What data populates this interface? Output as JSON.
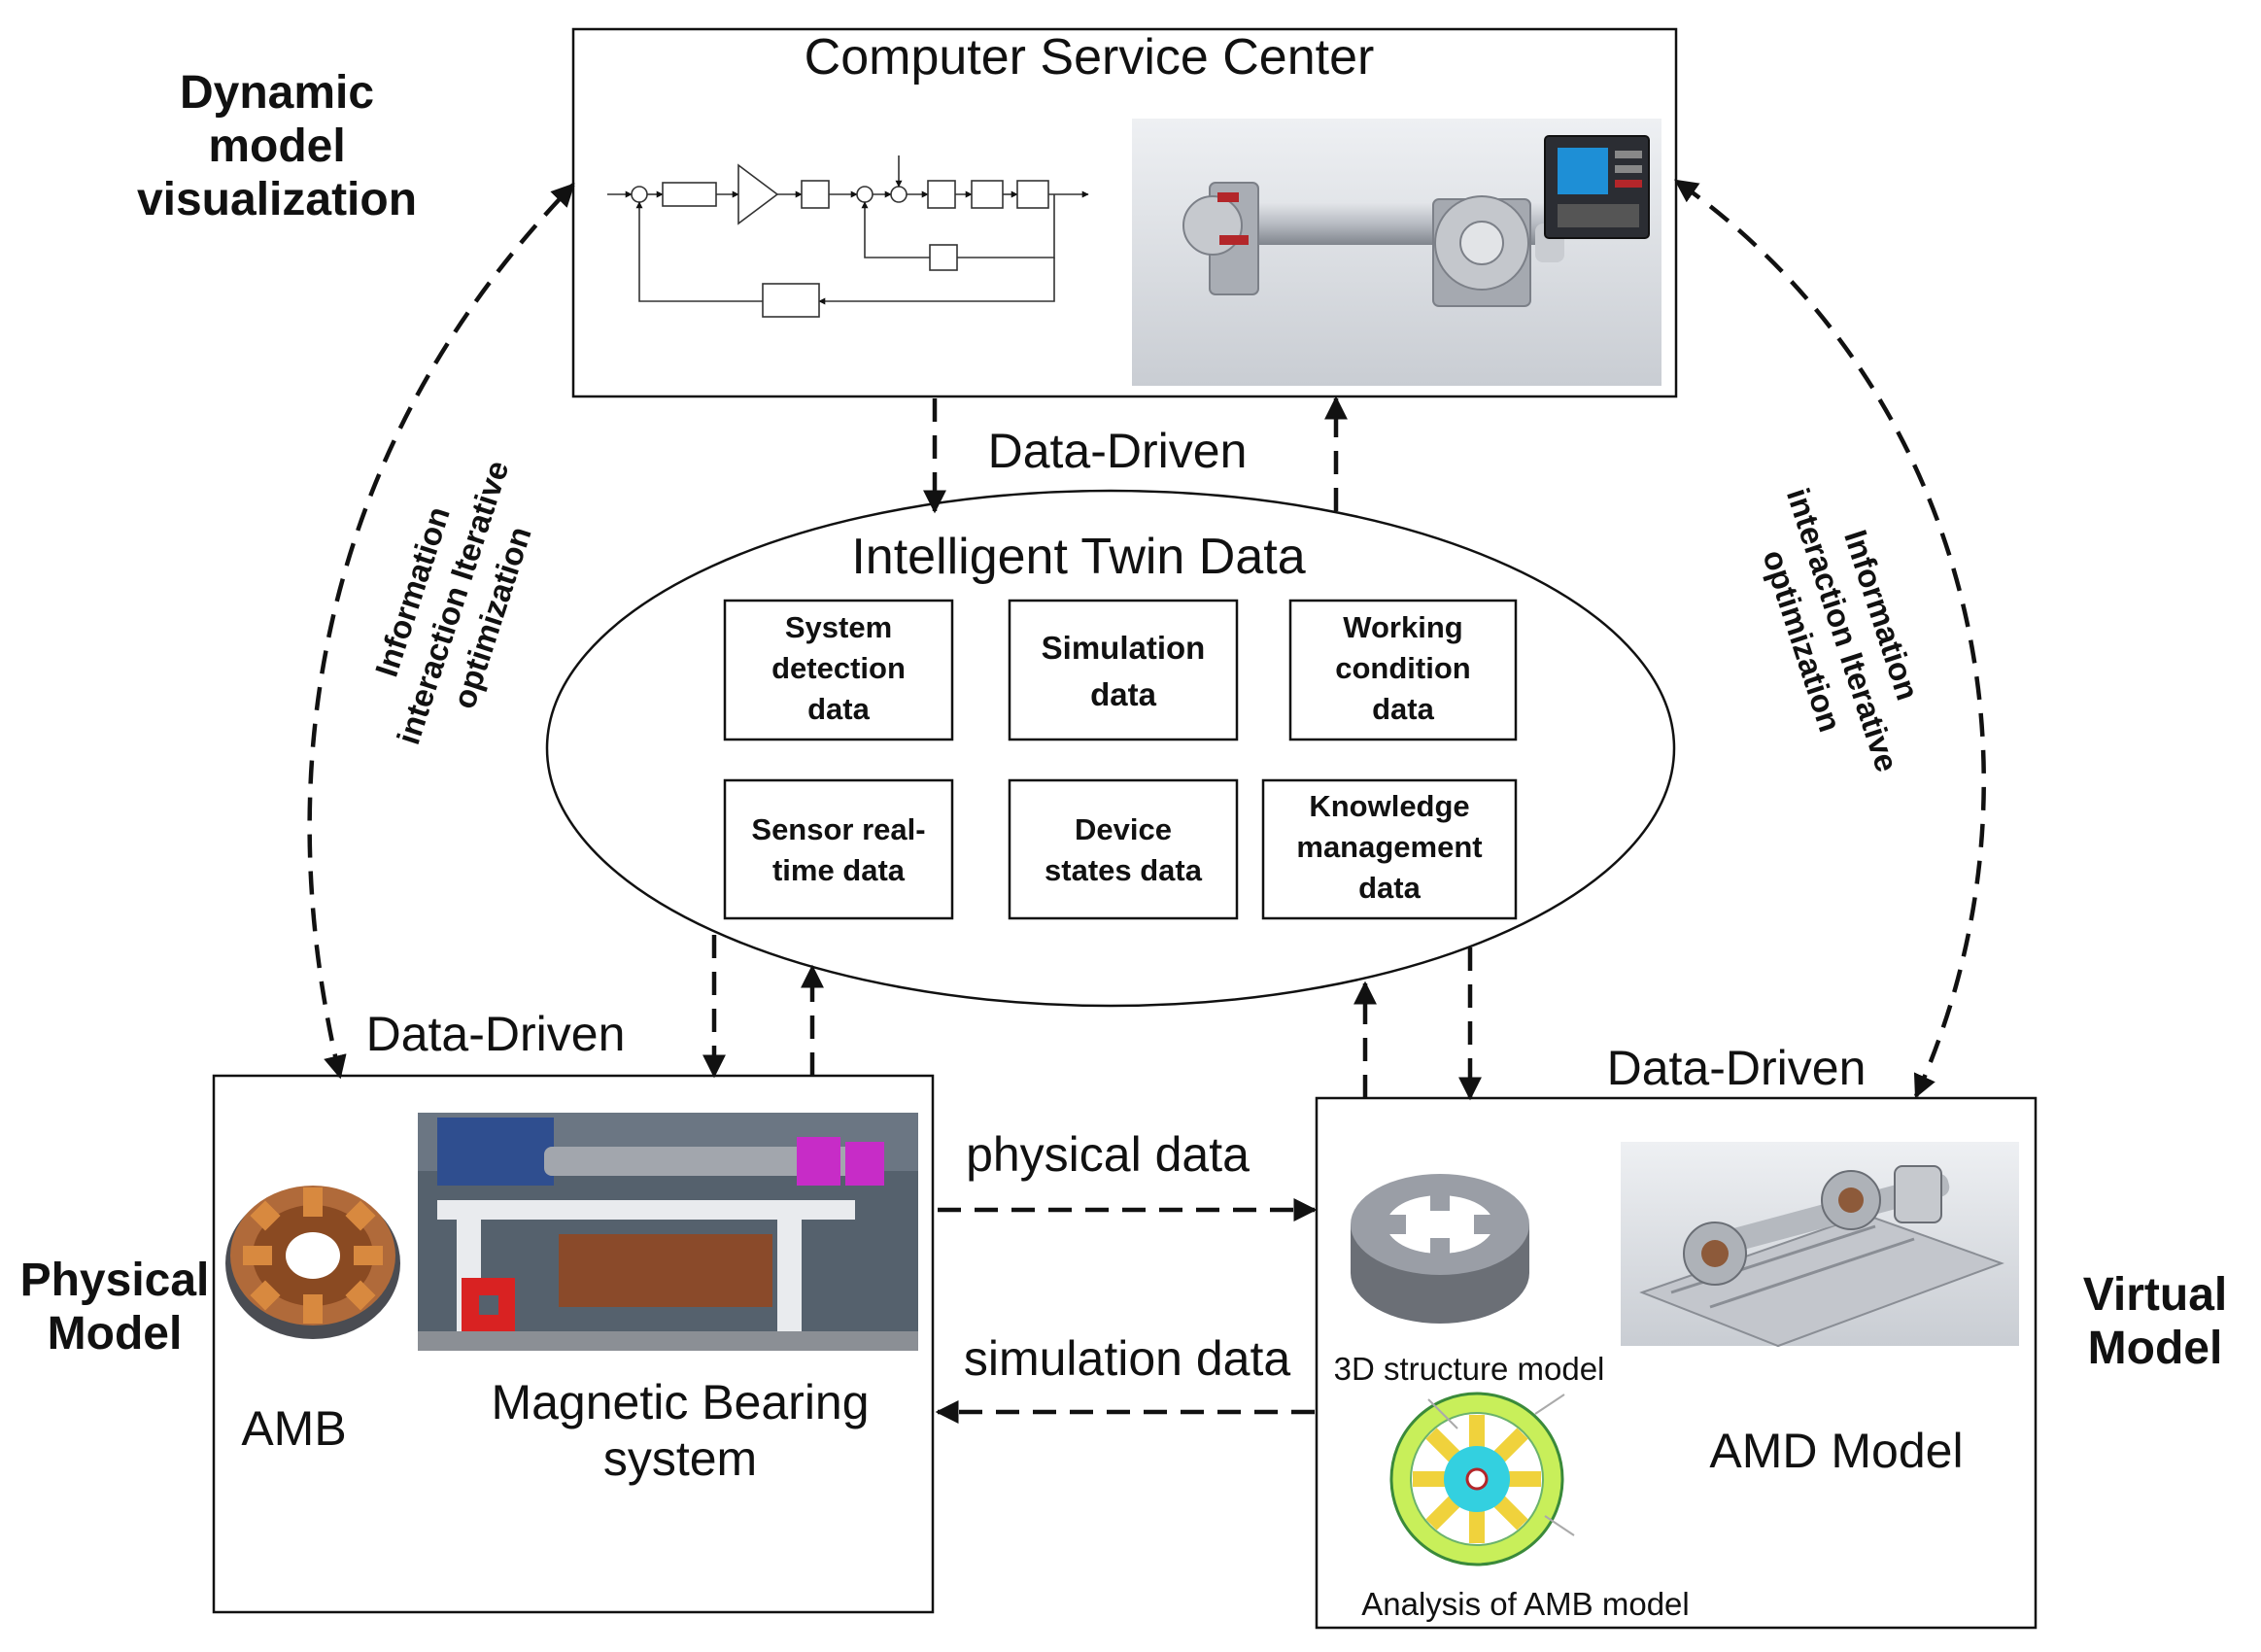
{
  "labels": {
    "dynamic_vis": [
      "Dynamic",
      "model",
      "visualization"
    ],
    "physical_model": [
      "Physical",
      "Model"
    ],
    "virtual_model": [
      "Virtual",
      "Model"
    ],
    "computer_service_center": "Computer Service Center",
    "data_driven_top": "Data-Driven",
    "data_driven_left": "Data-Driven",
    "data_driven_right": "Data-Driven",
    "intelligent_twin_data": "Intelligent Twin Data",
    "info_left": [
      "Information",
      "interaction Iterative",
      "optimization"
    ],
    "info_right": [
      "Information",
      "interaction Iterative",
      "optimization"
    ],
    "physical_data": "physical data",
    "simulation_data": "simulation data",
    "amb": "AMB",
    "magnetic_bearing": [
      "Magnetic Bearing",
      "system"
    ],
    "structure_model": "3D structure model",
    "amd_model": "AMD Model",
    "analysis_model": "Analysis of AMB model"
  },
  "twin_cells": [
    [
      "System",
      "detection",
      "data"
    ],
    [
      "Simulation",
      "data"
    ],
    [
      "Working",
      "condition",
      "data"
    ],
    [
      "Sensor real-",
      "time data"
    ],
    [
      "Device",
      "states data"
    ],
    [
      "Knowledge",
      "management",
      "data"
    ]
  ],
  "colors": {
    "line": "#111111",
    "shaft": "#b9bcc3",
    "rotor_red": "#b3262a",
    "copper": "#b06a3a",
    "cad_gray": "#9a9ea6",
    "analysis_yellow": "#f0d23c",
    "analysis_cyan": "#33d0e0",
    "analysis_green": "#c8ef5a"
  }
}
